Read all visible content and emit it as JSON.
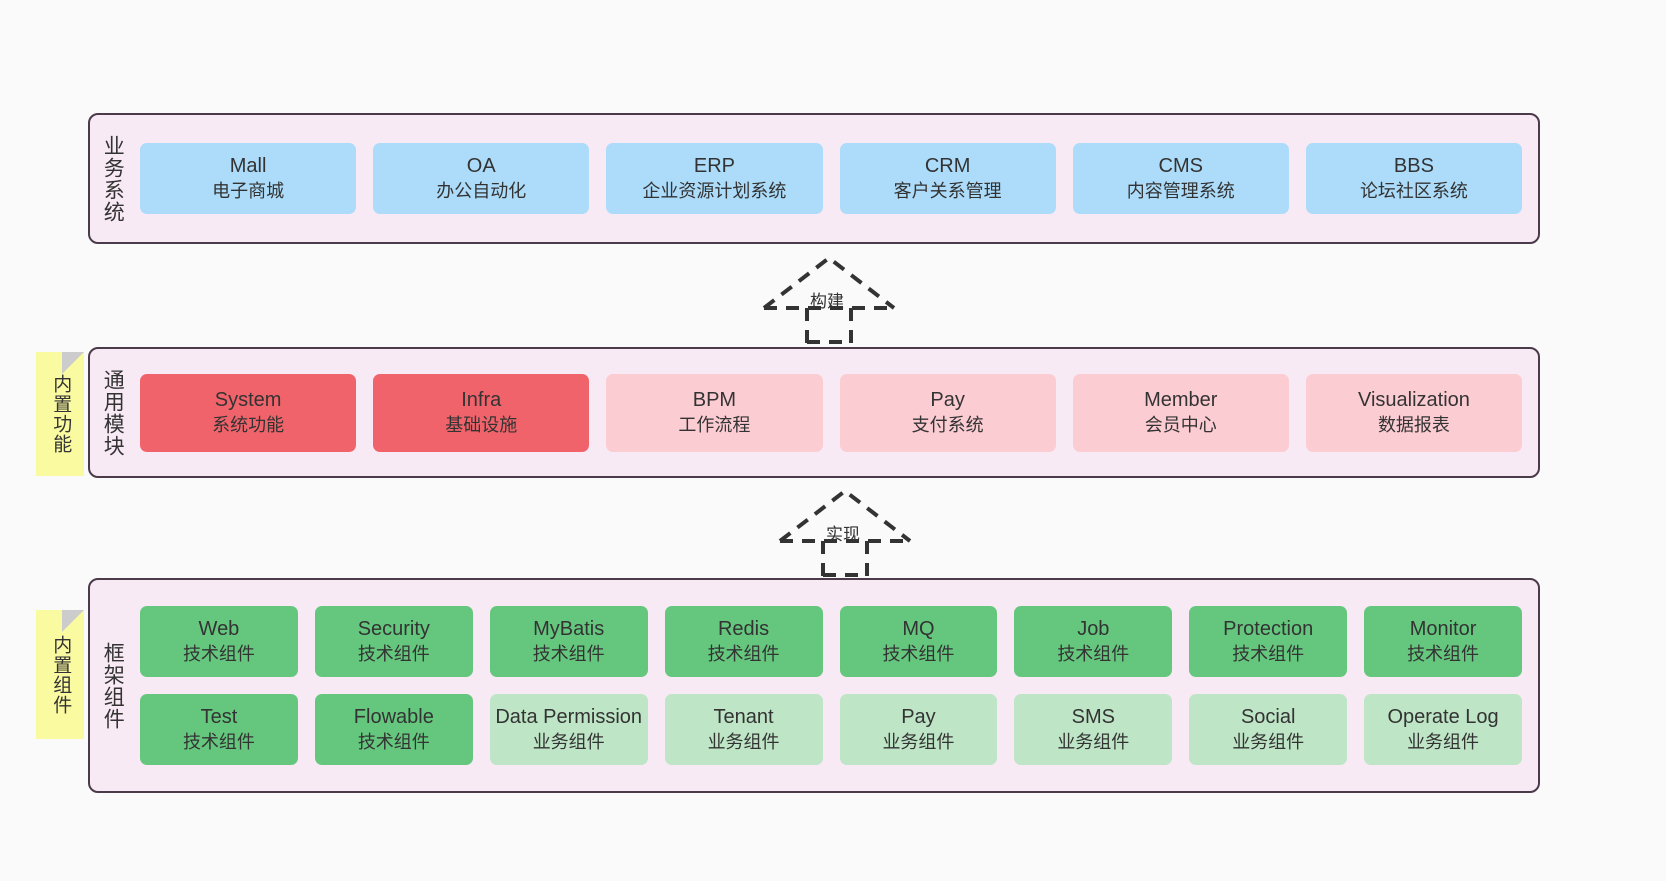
{
  "diagram": {
    "title": "ruoyi-vue-pro architecture layers",
    "colors": {
      "page_background": "#FAFAFA",
      "panel_background": "#F7EAF4",
      "panel_border": "#4B3B4A",
      "business_node": "#ACDCFA",
      "module_core_node": "#F1636B",
      "module_node": "#FCCCD3",
      "framework_tech_node": "#65C77E",
      "framework_biz_node": "#BEE5C6",
      "sticky_note": "#FAFAA0",
      "sticky_fold": "#CCCCCC",
      "text": "#333333"
    }
  },
  "layers": [
    {
      "id": "business",
      "title": "业务系统",
      "rows": [
        {
          "nodes": [
            {
              "en": "Mall",
              "cn": "电子商城",
              "color": "c-blue"
            },
            {
              "en": "OA",
              "cn": "办公自动化",
              "color": "c-blue"
            },
            {
              "en": "ERP",
              "cn": "企业资源计划系统",
              "color": "c-blue"
            },
            {
              "en": "CRM",
              "cn": "客户关系管理",
              "color": "c-blue"
            },
            {
              "en": "CMS",
              "cn": "内容管理系统",
              "color": "c-blue"
            },
            {
              "en": "BBS",
              "cn": "论坛社区系统",
              "color": "c-blue"
            }
          ]
        }
      ]
    },
    {
      "id": "module",
      "title": "通用模块",
      "sticky": "内置功能",
      "rows": [
        {
          "nodes": [
            {
              "en": "System",
              "cn": "系统功能",
              "color": "c-red"
            },
            {
              "en": "Infra",
              "cn": "基础设施",
              "color": "c-red"
            },
            {
              "en": "BPM",
              "cn": "工作流程",
              "color": "c-pink"
            },
            {
              "en": "Pay",
              "cn": "支付系统",
              "color": "c-pink"
            },
            {
              "en": "Member",
              "cn": "会员中心",
              "color": "c-pink"
            },
            {
              "en": "Visualization",
              "cn": "数据报表",
              "color": "c-pink"
            }
          ]
        }
      ]
    },
    {
      "id": "framework",
      "title": "框架组件",
      "sticky": "内置组件",
      "rows": [
        {
          "nodes": [
            {
              "en": "Web",
              "cn": "技术组件",
              "color": "c-green"
            },
            {
              "en": "Security",
              "cn": "技术组件",
              "color": "c-green"
            },
            {
              "en": "MyBatis",
              "cn": "技术组件",
              "color": "c-green"
            },
            {
              "en": "Redis",
              "cn": "技术组件",
              "color": "c-green"
            },
            {
              "en": "MQ",
              "cn": "技术组件",
              "color": "c-green"
            },
            {
              "en": "Job",
              "cn": "技术组件",
              "color": "c-green"
            },
            {
              "en": "Protection",
              "cn": "技术组件",
              "color": "c-green"
            },
            {
              "en": "Monitor",
              "cn": "技术组件",
              "color": "c-green"
            }
          ]
        },
        {
          "nodes": [
            {
              "en": "Test",
              "cn": "技术组件",
              "color": "c-green"
            },
            {
              "en": "Flowable",
              "cn": "技术组件",
              "color": "c-green"
            },
            {
              "en": "Data Permission",
              "cn": "业务组件",
              "color": "c-greenlite"
            },
            {
              "en": "Tenant",
              "cn": "业务组件",
              "color": "c-greenlite"
            },
            {
              "en": "Pay",
              "cn": "业务组件",
              "color": "c-greenlite"
            },
            {
              "en": "SMS",
              "cn": "业务组件",
              "color": "c-greenlite"
            },
            {
              "en": "Social",
              "cn": "业务组件",
              "color": "c-greenlite"
            },
            {
              "en": "Operate Log",
              "cn": "业务组件",
              "color": "c-greenlite"
            }
          ]
        }
      ]
    }
  ],
  "connectors": [
    {
      "id": "build",
      "label": "构建",
      "from": "module",
      "to": "business",
      "style": "dashed-generalization"
    },
    {
      "id": "implement",
      "label": "实现",
      "from": "framework",
      "to": "module",
      "style": "dashed-generalization"
    }
  ]
}
